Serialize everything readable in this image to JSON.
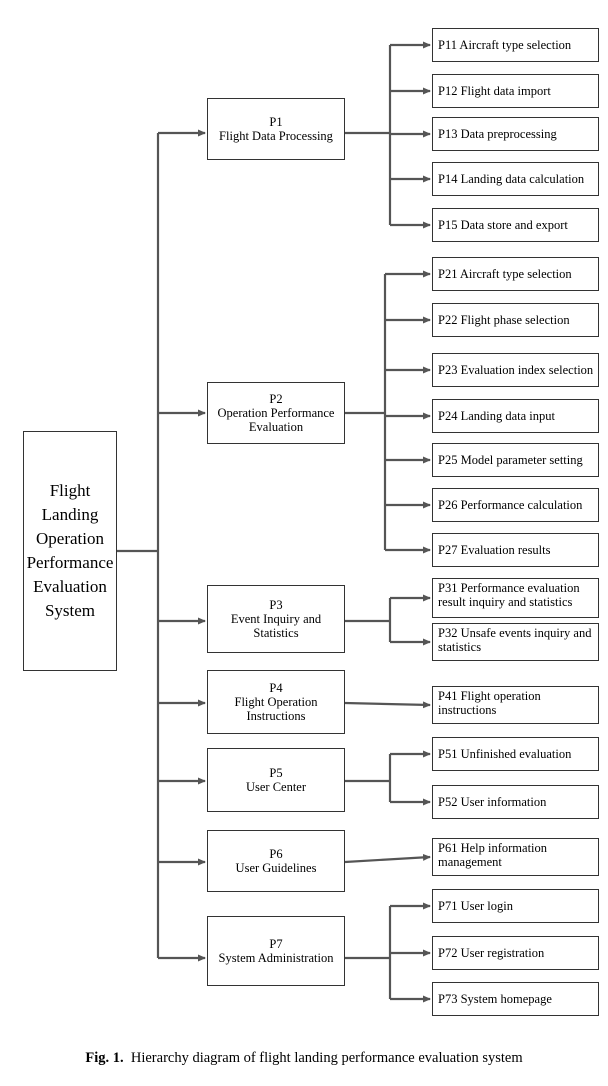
{
  "root": {
    "lines": [
      "Flight",
      "Landing",
      "Operation",
      "Performance",
      "Evaluation",
      "System"
    ]
  },
  "modules": [
    {
      "id": "P1",
      "lines": [
        "Flight Data Processing"
      ],
      "children": [
        "P11 Aircraft type selection",
        "P12 Flight data import",
        "P13 Data preprocessing",
        "P14 Landing data calculation",
        "P15 Data store and export"
      ]
    },
    {
      "id": "P2",
      "lines": [
        "Operation Performance",
        "Evaluation"
      ],
      "children": [
        "P21 Aircraft type selection",
        "P22 Flight phase selection",
        "P23 Evaluation index selection",
        "P24 Landing data input",
        "P25 Model parameter setting",
        "P26 Performance calculation",
        "P27 Evaluation results"
      ]
    },
    {
      "id": "P3",
      "lines": [
        "Event Inquiry and",
        "Statistics"
      ],
      "children": [
        "P31 Performance evaluation result inquiry and statistics",
        "P32 Unsafe events inquiry and statistics"
      ]
    },
    {
      "id": "P4",
      "lines": [
        "Flight Operation",
        "Instructions"
      ],
      "children": [
        "P41 Flight operation instructions"
      ]
    },
    {
      "id": "P5",
      "lines": [
        "User Center"
      ],
      "children": [
        "P51 Unfinished evaluation",
        "P52 User information"
      ]
    },
    {
      "id": "P6",
      "lines": [
        "User Guidelines"
      ],
      "children": [
        "P61 Help information management"
      ]
    },
    {
      "id": "P7",
      "lines": [
        "System Administration"
      ],
      "children": [
        "P71 User login",
        "P72 User registration",
        "P73 System homepage"
      ]
    }
  ],
  "caption": {
    "label": "Fig. 1.",
    "text": "Hierarchy diagram of flight landing performance evaluation system"
  }
}
